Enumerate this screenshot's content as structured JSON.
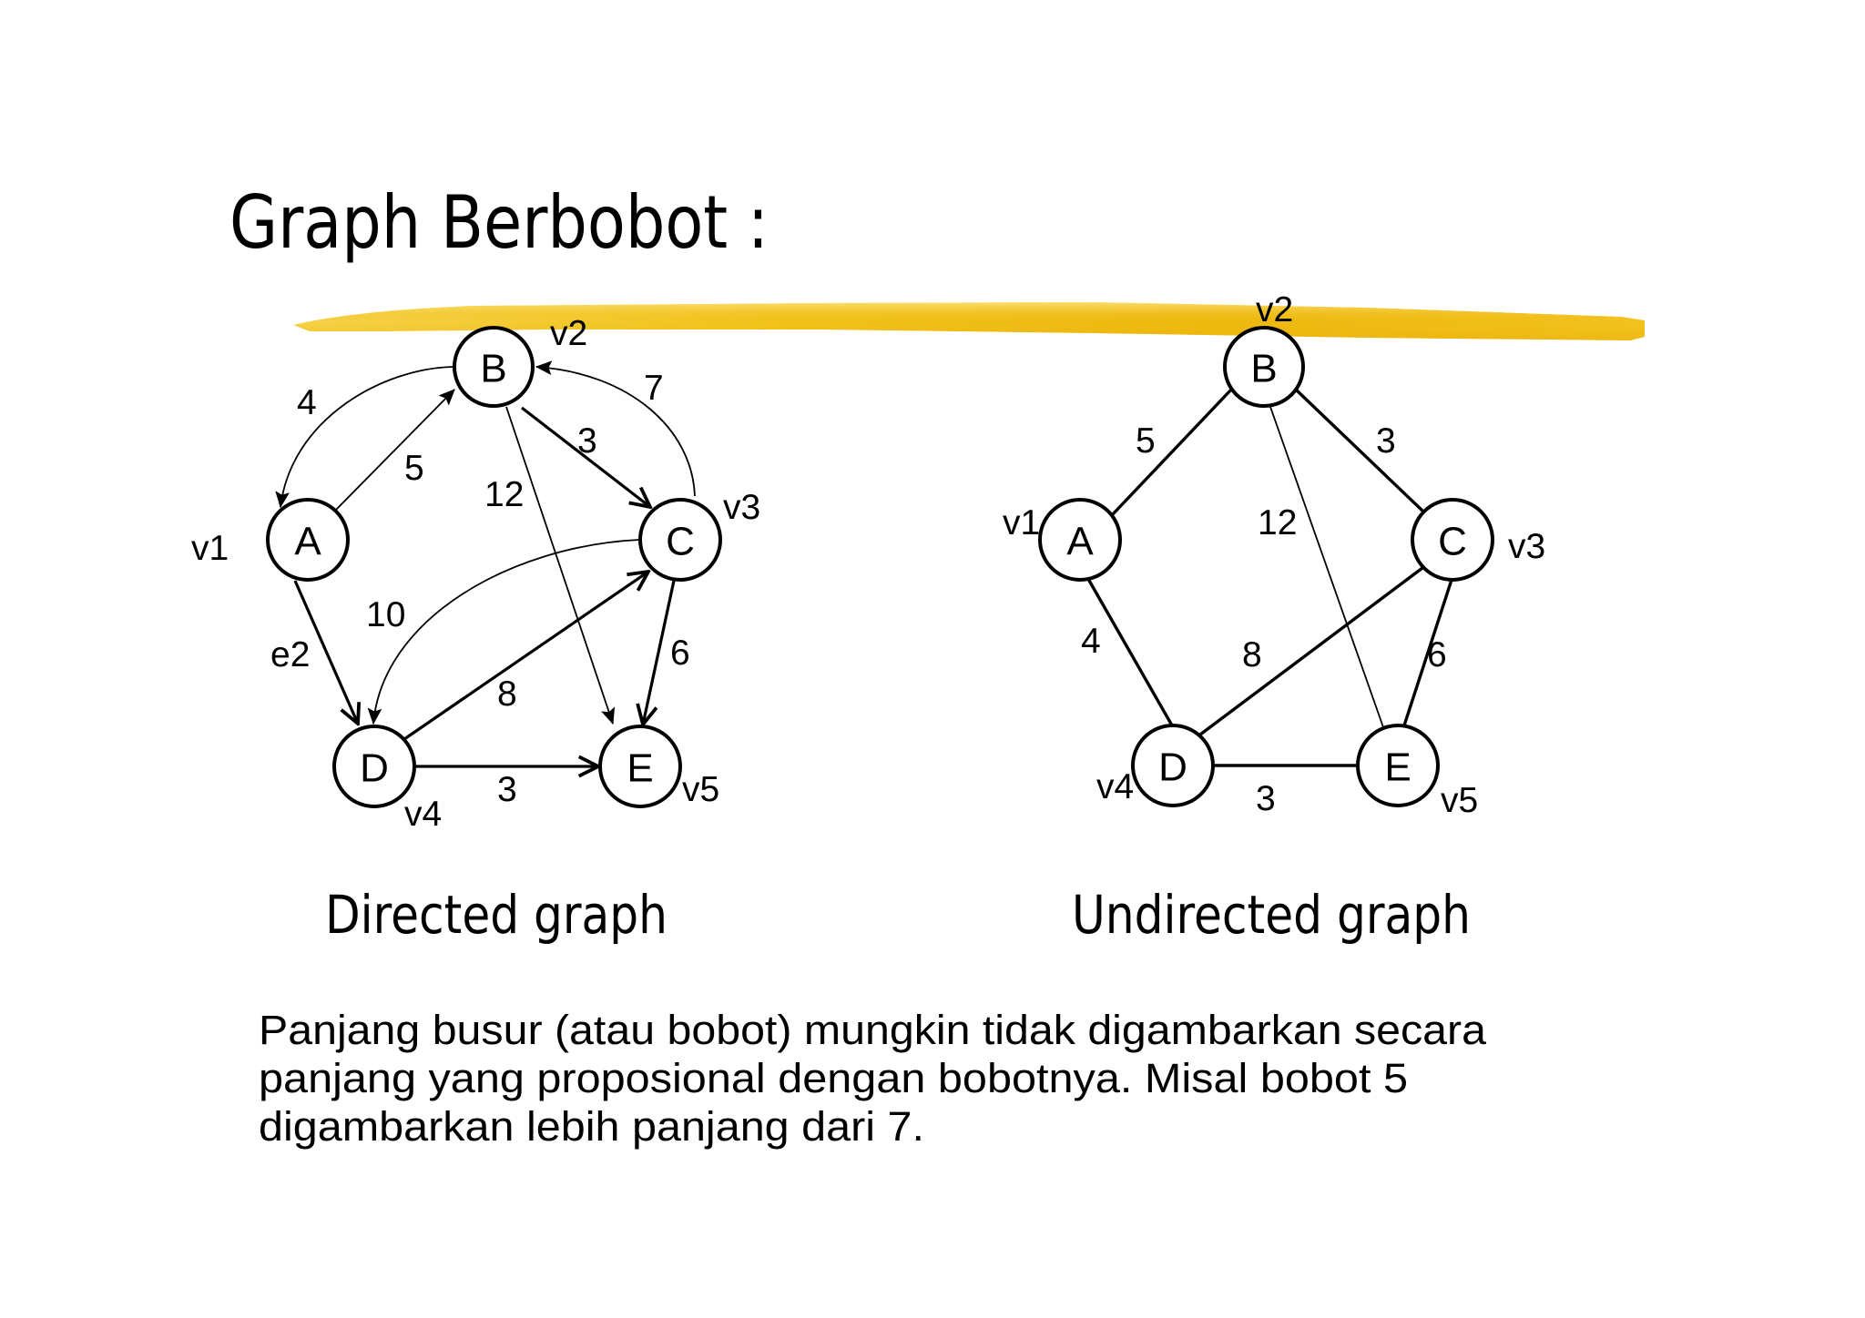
{
  "slide": {
    "title": "Graph Berbobot :",
    "accent_color": "#F2BE1A",
    "directed": {
      "caption": "Directed graph",
      "nodes": [
        {
          "id": "A",
          "label": "A",
          "vertex": "v1"
        },
        {
          "id": "B",
          "label": "B",
          "vertex": "v2"
        },
        {
          "id": "C",
          "label": "C",
          "vertex": "v3"
        },
        {
          "id": "D",
          "label": "D",
          "vertex": "v4"
        },
        {
          "id": "E",
          "label": "E",
          "vertex": "v5"
        }
      ],
      "edges": [
        {
          "from": "B",
          "to": "A",
          "weight": "4"
        },
        {
          "from": "A",
          "to": "B",
          "weight": "5"
        },
        {
          "from": "B",
          "to": "C",
          "weight": "3"
        },
        {
          "from": "C",
          "to": "B",
          "weight": "7"
        },
        {
          "from": "B",
          "to": "E",
          "weight": "12"
        },
        {
          "from": "A",
          "to": "D",
          "weight": "e2"
        },
        {
          "from": "C",
          "to": "D",
          "weight": "10"
        },
        {
          "from": "D",
          "to": "C",
          "weight": "8"
        },
        {
          "from": "C",
          "to": "E",
          "weight": "6"
        },
        {
          "from": "D",
          "to": "E",
          "weight": "3"
        }
      ]
    },
    "undirected": {
      "caption": "Undirected graph",
      "nodes": [
        {
          "id": "A",
          "label": "A",
          "vertex": "v1"
        },
        {
          "id": "B",
          "label": "B",
          "vertex": "v2"
        },
        {
          "id": "C",
          "label": "C",
          "vertex": "v3"
        },
        {
          "id": "D",
          "label": "D",
          "vertex": "v4"
        },
        {
          "id": "E",
          "label": "E",
          "vertex": "v5"
        }
      ],
      "edges": [
        {
          "a": "A",
          "b": "B",
          "weight": "5"
        },
        {
          "a": "B",
          "b": "C",
          "weight": "3"
        },
        {
          "a": "B",
          "b": "E",
          "weight": "12"
        },
        {
          "a": "A",
          "b": "D",
          "weight": "4"
        },
        {
          "a": "C",
          "b": "D",
          "weight": "8"
        },
        {
          "a": "C",
          "b": "E",
          "weight": "6"
        },
        {
          "a": "D",
          "b": "E",
          "weight": "3"
        }
      ]
    },
    "paragraph": {
      "lines": [
        "Panjang busur (atau bobot) mungkin tidak digambarkan secara",
        "panjang yang proposional dengan bobotnya. Misal bobot 5",
        "digambarkan lebih panjang dari 7."
      ]
    }
  }
}
